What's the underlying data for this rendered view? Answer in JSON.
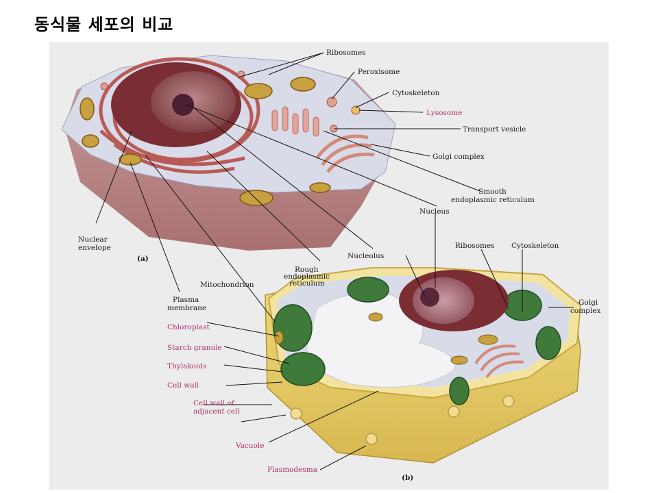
{
  "page": {
    "title": "동식물 세포의 비교"
  },
  "labels": {
    "ribosomes_top": "Ribosomes",
    "peroxisome": "Peroxisome",
    "cytoskeleton_top": "Cytoskeleton",
    "lysosome": "Lysosome",
    "transport_vesicle": "Transport vesicle",
    "golgi_complex_a": "Golgi complex",
    "smooth_er_1": "Smooth",
    "smooth_er_2": "endoplasmic reticulum",
    "nucleus": "Nucleus",
    "nuclear_env_1": "Nuclear",
    "nuclear_env_2": "envelope",
    "panel_a": "(a)",
    "nucleolus": "Nucleolus",
    "ribosomes_b": "Ribosomes",
    "cytoskeleton_b": "Cytoskeleton",
    "rough_er_1": "Rough",
    "rough_er_2": "endoplasmic",
    "rough_er_3": "reticulum",
    "mitochondrion": "Mitochondrion",
    "plasma_1": "Plasma",
    "plasma_2": "membrane",
    "golgi_b_1": "Golgi",
    "golgi_b_2": "complex",
    "chloroplast": "Chloroplast",
    "starch_granule": "Starch granule",
    "thylakoids": "Thylakoids",
    "cell_wall": "Cell wall",
    "cell_wall_adj_1": "Cell wall of",
    "cell_wall_adj_2": "adjacent cell",
    "vacuole": "Vacuole",
    "plasmodesma": "Plasmodesma",
    "panel_b": "(b)"
  },
  "colors": {
    "label_pink": "#b0306a",
    "label_dark": "#1a1a1a",
    "panel_bg": "#ececec",
    "cytoplasm": "#d9dbe8",
    "nucleus": "#8a3a3a",
    "er": "#b85a55",
    "mitochondria": "#c8a040",
    "chloroplast": "#3f7a3a",
    "cell_wall": "#e6cf6a"
  }
}
